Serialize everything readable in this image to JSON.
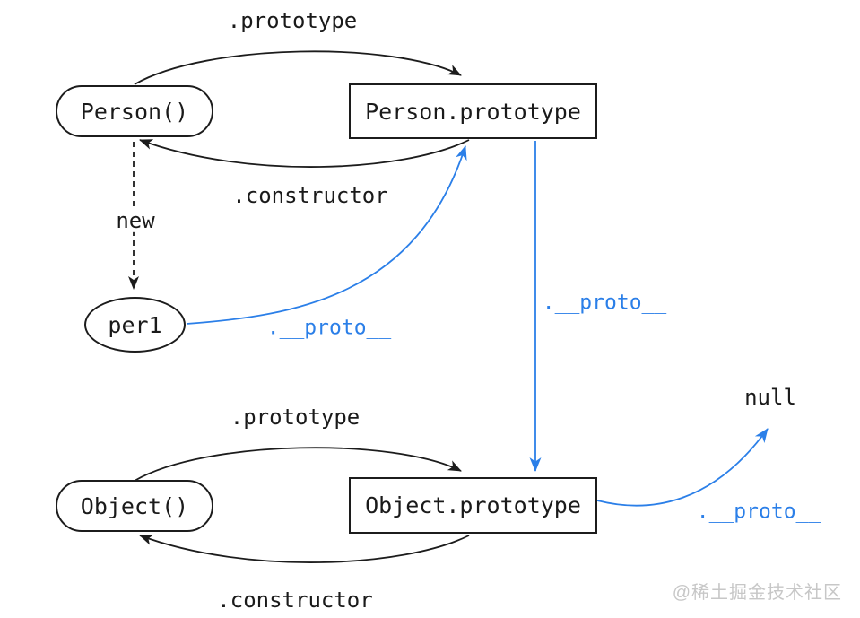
{
  "nodes": {
    "person_fn": "Person()",
    "person_prototype": "Person.prototype",
    "per1": "per1",
    "object_fn": "Object()",
    "object_prototype": "Object.prototype",
    "null_value": "null"
  },
  "edge_labels": {
    "person_prototype": ".prototype",
    "person_constructor": ".constructor",
    "new_operator": "new",
    "per1_proto": ".__proto__",
    "person_proto_chain": ".__proto__",
    "object_prototype": ".prototype",
    "object_constructor": ".constructor",
    "object_proto_chain": ".__proto__"
  },
  "colors": {
    "line_black": "#1c1c1c",
    "line_blue": "#2b7fe8",
    "watermark": "#c7c7c7"
  },
  "watermark": "@稀土掘金技术社区"
}
